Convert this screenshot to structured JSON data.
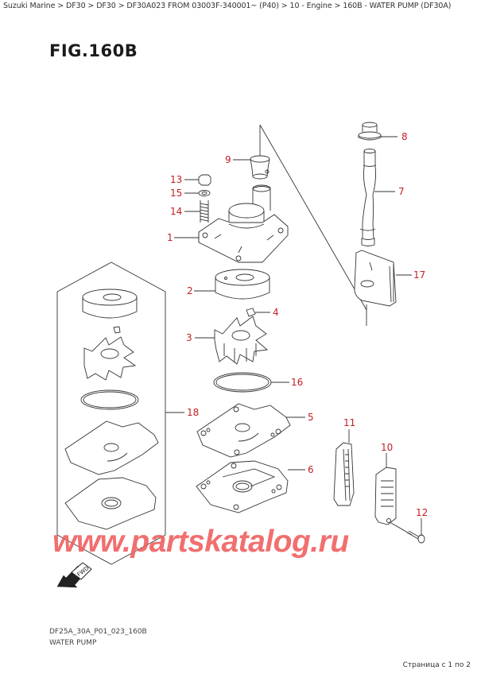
{
  "breadcrumb": {
    "items": [
      "Suzuki Marine",
      "DF30",
      "DF30",
      "DF30A023 FROM 03003F-340001~ (P40)",
      "10 - Engine",
      "160B - WATER PUMP (DF30A)"
    ],
    "separator": ">",
    "full_text": "Suzuki Marine > DF30 > DF30 > DF30A023 FROM 03003F-340001~ (P40) > 10 - Engine > 160B - WATER PUMP (DF30A)"
  },
  "figure": {
    "title": "FIG.160B",
    "code": "DF25A_30A_P01_023_160B",
    "name": "WATER PUMP"
  },
  "callouts": [
    {
      "id": "1",
      "label": "1",
      "part": "pump-case"
    },
    {
      "id": "2",
      "label": "2",
      "part": "impeller-case"
    },
    {
      "id": "3",
      "label": "3",
      "part": "impeller"
    },
    {
      "id": "4",
      "label": "4",
      "part": "key"
    },
    {
      "id": "5",
      "label": "5",
      "part": "gasket-upper"
    },
    {
      "id": "6",
      "label": "6",
      "part": "gasket-lower-plate"
    },
    {
      "id": "7",
      "label": "7",
      "part": "water-tube"
    },
    {
      "id": "8",
      "label": "8",
      "part": "grommet"
    },
    {
      "id": "9",
      "label": "9",
      "part": "tube-seal"
    },
    {
      "id": "10",
      "label": "10",
      "part": "screen"
    },
    {
      "id": "11",
      "label": "11",
      "part": "screen-holder"
    },
    {
      "id": "12",
      "label": "12",
      "part": "screw"
    },
    {
      "id": "13",
      "label": "13",
      "part": "nut"
    },
    {
      "id": "14",
      "label": "14",
      "part": "stud-bolt"
    },
    {
      "id": "15",
      "label": "15",
      "part": "washer"
    },
    {
      "id": "16",
      "label": "16",
      "part": "o-ring"
    },
    {
      "id": "17",
      "label": "17",
      "part": "tube-guide"
    },
    {
      "id": "18",
      "label": "18",
      "part": "repair-kit"
    }
  ],
  "watermark": "www.partskatalog.ru",
  "direction_badge": "FWD",
  "pagination": "Страница с 1 по 2",
  "colors": {
    "callout": "#c21f24",
    "watermark": "#f06060",
    "line": "#333333"
  }
}
